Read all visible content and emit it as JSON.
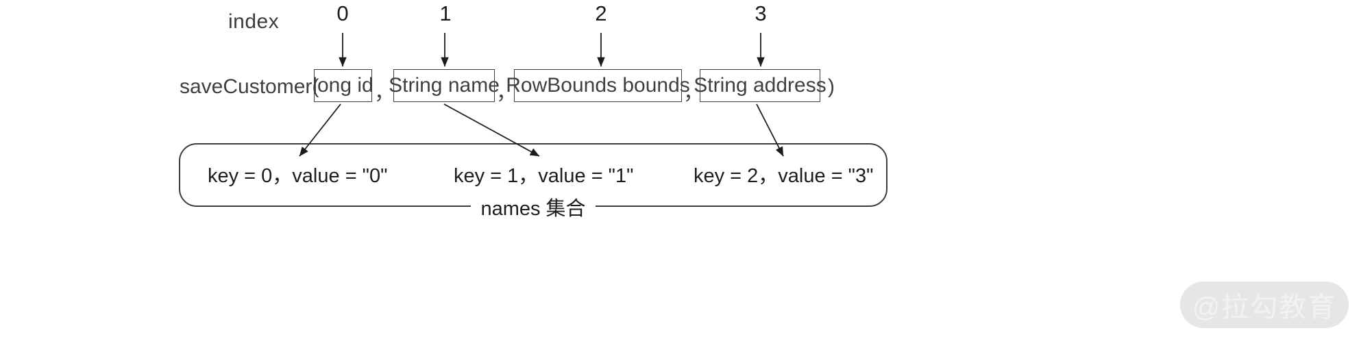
{
  "diagram": {
    "index_row": {
      "label": "index",
      "indices": [
        "0",
        "1",
        "2",
        "3"
      ]
    },
    "signature": {
      "method_prefix": "saveCustomer(",
      "closing_paren": ")",
      "separator": "，",
      "params": [
        {
          "text": "long id"
        },
        {
          "text": "String name"
        },
        {
          "text": "RowBounds bounds"
        },
        {
          "text": "String address"
        }
      ]
    },
    "collection": {
      "caption": "names 集合",
      "entries": [
        "key = 0，value = \"0\"",
        "key = 1，value = \"1\"",
        "key = 2，value = \"3\""
      ]
    },
    "watermark": {
      "text": "@拉勾教育"
    },
    "colors": {
      "stroke": "#3d3d3d",
      "text": "#3f3f3f",
      "background": "#ffffff",
      "watermark_pill": "#e6e6e6",
      "watermark_text": "#f2f2f2"
    }
  }
}
